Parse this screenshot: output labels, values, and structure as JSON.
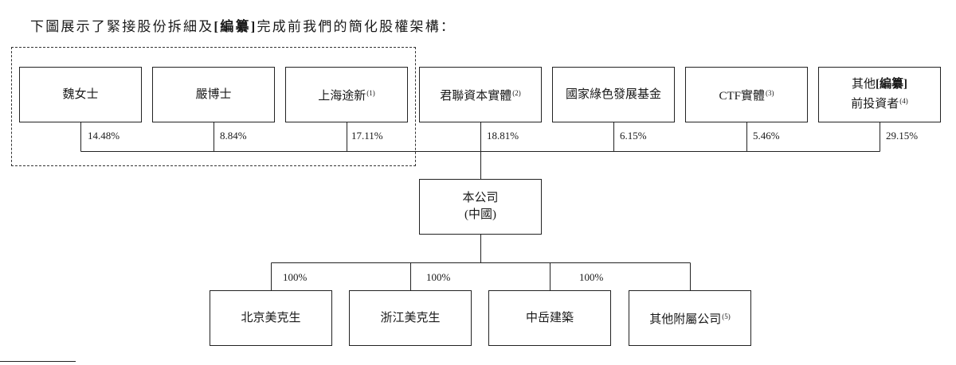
{
  "intro": {
    "text_before": "下圖展示了緊接股份拆細及",
    "redacted": "[編纂]",
    "text_after": "完成前我們的簡化股權架構："
  },
  "shareholders": [
    {
      "name": "魏女士",
      "pct": "14.48%"
    },
    {
      "name": "嚴博士",
      "pct": "8.84%"
    },
    {
      "name": "上海途新",
      "note": "(1)",
      "pct": "17.11%"
    },
    {
      "name": "君聯資本實體",
      "note": "(2)",
      "pct": "18.81%"
    },
    {
      "name": "國家綠色發展基金",
      "pct": "6.15%"
    },
    {
      "name": "CTF實體",
      "note": "(3)",
      "pct": "5.46%"
    },
    {
      "name_before": "其他",
      "name_redacted": "[編纂]",
      "name_line2": "前投資者",
      "note": "(4)",
      "pct": "29.15%"
    }
  ],
  "company": {
    "name": "本公司",
    "sub": "(中國)"
  },
  "subsidiaries": [
    {
      "name": "北京美克生",
      "pct": "100%"
    },
    {
      "name": "浙江美克生",
      "pct": "100%"
    },
    {
      "name": "中岳建築",
      "pct": "100%"
    },
    {
      "name": "其他附屬公司",
      "note": "(5)"
    }
  ]
}
